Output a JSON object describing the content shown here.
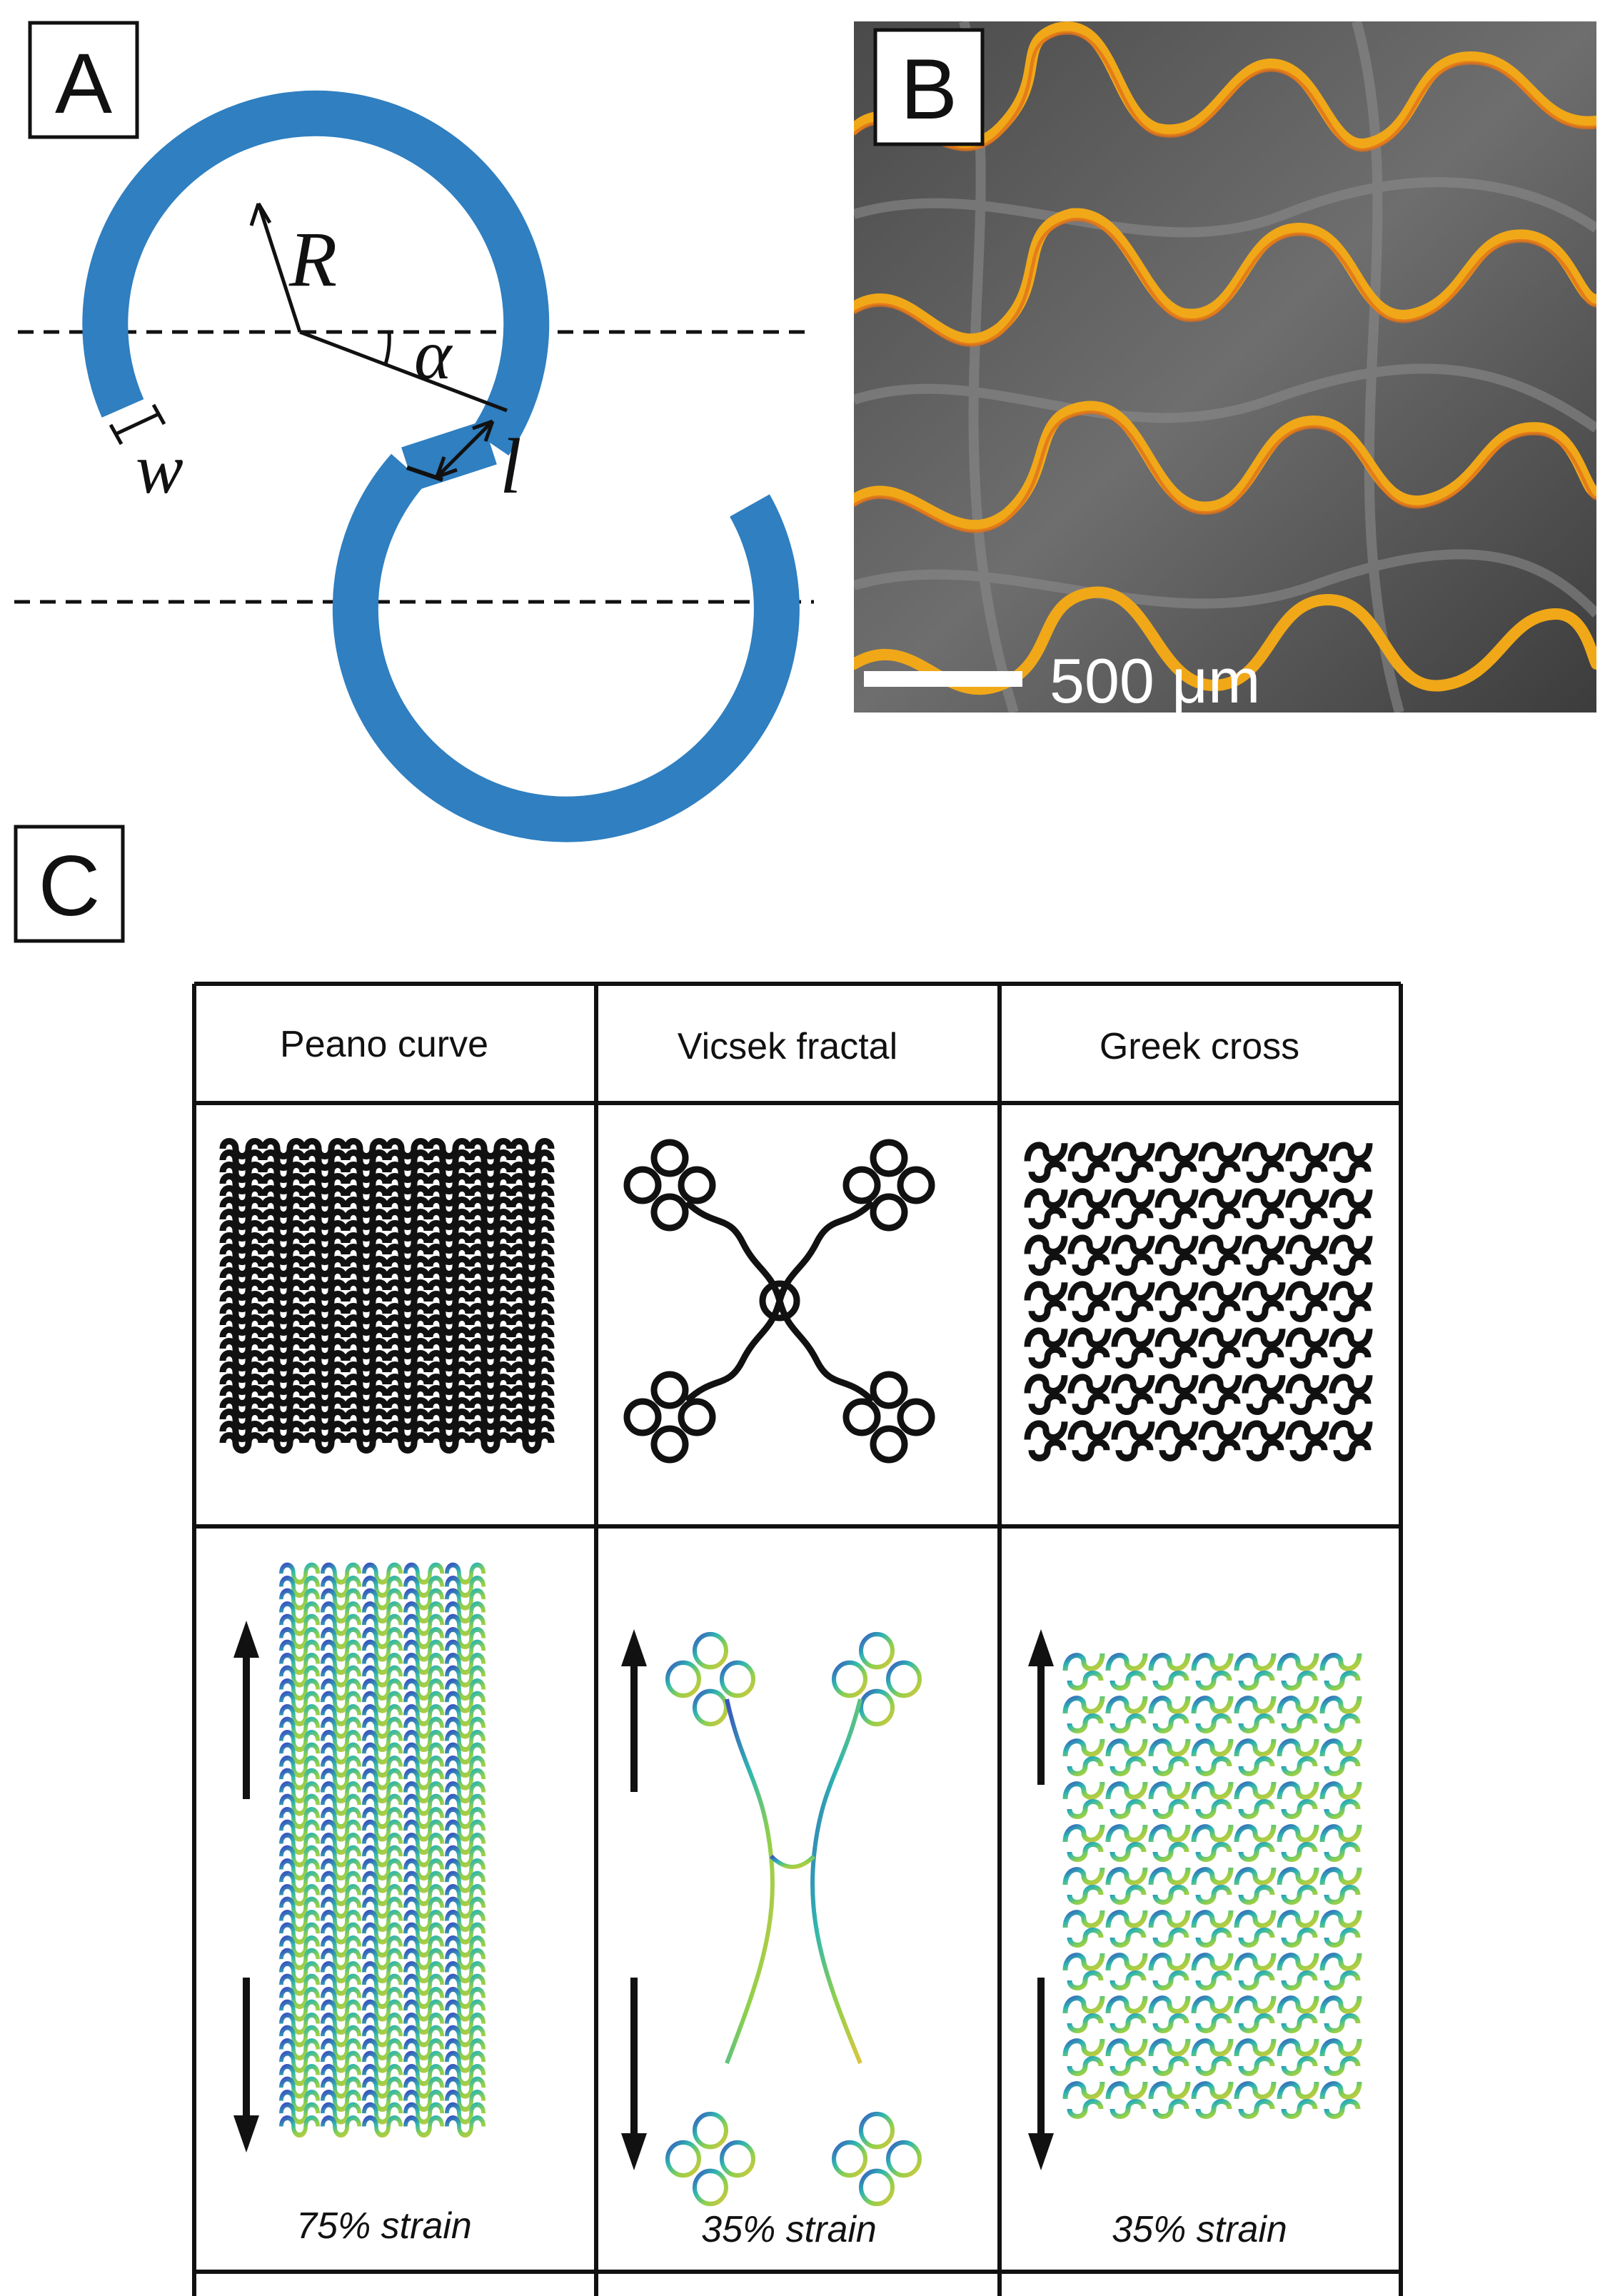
{
  "panels": {
    "a": {
      "label": "A",
      "symbols": {
        "radius": "R",
        "angle": "α",
        "width": "w",
        "length": "l"
      },
      "colors": {
        "serpentine": "#2f7fc1"
      }
    },
    "b": {
      "label": "B",
      "scale_bar": "500 μm",
      "colors": {
        "trace": "#f0a818",
        "substrate": "#585858"
      }
    },
    "c": {
      "label": "C",
      "columns": [
        {
          "title": "Peano curve",
          "strain": "75% strain"
        },
        {
          "title": "Vicsek fractal",
          "strain": "35% strain"
        },
        {
          "title": "Greek cross",
          "strain": "35% strain"
        }
      ]
    }
  }
}
